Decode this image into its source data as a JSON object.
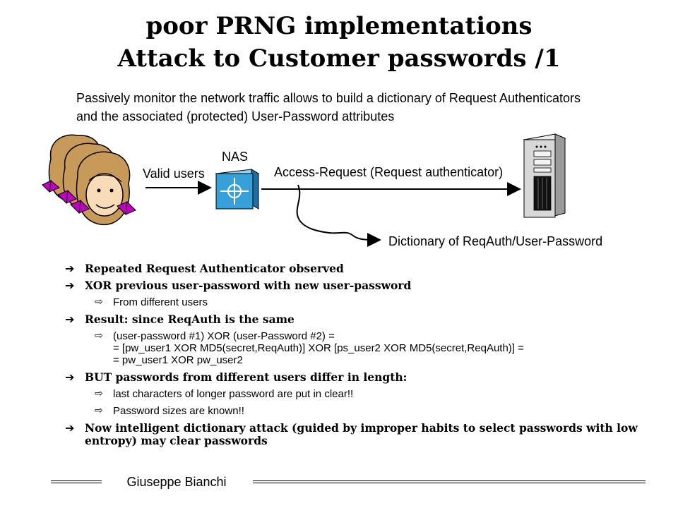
{
  "title": {
    "line1": "poor PRNG implementations",
    "line2": "Attack to Customer passwords /1"
  },
  "intro": {
    "line1": "Passively monitor the network traffic allows to build a dictionary of Request Authenticators",
    "line2": "and the associated (protected) User-Password attributes"
  },
  "diagram": {
    "nas_label": "NAS",
    "valid_users_label": "Valid users",
    "access_request_label": "Access-Request (Request authenticator)",
    "dictionary_label": "Dictionary of ReqAuth/User-Password"
  },
  "bullets": [
    {
      "text": "Repeated Request Authenticator observed"
    },
    {
      "text": "XOR previous user-password with new user-password",
      "sub": [
        "From different users"
      ]
    },
    {
      "text": "Result: since ReqAuth is the same",
      "sub_multiline": [
        "(user-password #1) XOR (user-Password #2) =",
        "= [pw_user1 XOR MD5(secret,ReqAuth)] XOR [ps_user2 XOR MD5(secret,ReqAuth)] =",
        "= pw_user1 XOR pw_user2"
      ]
    },
    {
      "text": "BUT passwords from different users differ in length:",
      "sub": [
        "last characters of longer password are put in clear!!",
        "Password sizes are known!!"
      ]
    },
    {
      "text": "Now intelligent dictionary attack (guided by improper habits to select passwords with low entropy) may clear passwords"
    }
  ],
  "footer": {
    "author": "Giuseppe Bianchi"
  },
  "colors": {
    "nas_blue": "#36a0d8",
    "bow_magenta": "#c000c0",
    "hair": "#c89a5a",
    "face": "#f8dcb8"
  }
}
